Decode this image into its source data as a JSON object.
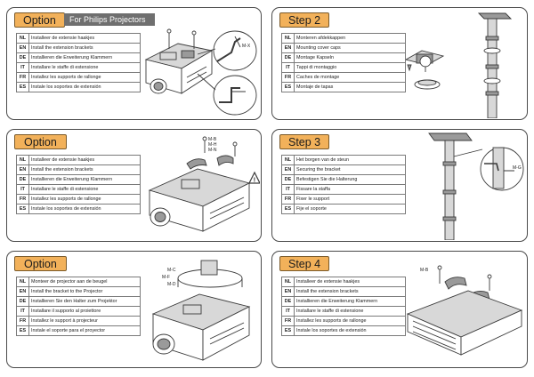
{
  "panels": {
    "option1": {
      "badge": "Option",
      "subtitle": "For Philips Projectors",
      "rows": [
        {
          "code": "NL",
          "text": "Installeer de extensie haakjes"
        },
        {
          "code": "EN",
          "text": "Install the extension brackets"
        },
        {
          "code": "DE",
          "text": "Installieren die Erweiterung Klammern"
        },
        {
          "code": "IT",
          "text": "Installare le staffe di estensione"
        },
        {
          "code": "FR",
          "text": "Installez les supports de rallonge"
        },
        {
          "code": "ES",
          "text": "Instale los soportes de extensión"
        }
      ],
      "labels": [
        "M-X"
      ]
    },
    "step2": {
      "badge": "Step 2",
      "rows": [
        {
          "code": "NL",
          "text": "Monteren afdekkappen"
        },
        {
          "code": "EN",
          "text": "Mounting cover caps"
        },
        {
          "code": "DE",
          "text": "Montage Kapseln"
        },
        {
          "code": "IT",
          "text": "Tappi di montaggio"
        },
        {
          "code": "FR",
          "text": "Caches de montage"
        },
        {
          "code": "ES",
          "text": "Montaje de tapas"
        }
      ]
    },
    "option2": {
      "badge": "Option",
      "rows": [
        {
          "code": "NL",
          "text": "Installeer de extensie haakjes"
        },
        {
          "code": "EN",
          "text": "Install the extension brackets"
        },
        {
          "code": "DE",
          "text": "Installieren die Erweiterung Klammern"
        },
        {
          "code": "IT",
          "text": "Installare le staffe di estensione"
        },
        {
          "code": "FR",
          "text": "Installez les supports de rallonge"
        },
        {
          "code": "ES",
          "text": "Instale los soportes de extensión"
        }
      ],
      "labels": [
        "M-B",
        "M-H",
        "M-N"
      ]
    },
    "step3": {
      "badge": "Step 3",
      "rows": [
        {
          "code": "NL",
          "text": "Het borgen van de steun"
        },
        {
          "code": "EN",
          "text": "Securing the bracket"
        },
        {
          "code": "DE",
          "text": "Befestigen Sie die Halterung"
        },
        {
          "code": "IT",
          "text": "Fissare la staffa"
        },
        {
          "code": "FR",
          "text": "Fixer le support"
        },
        {
          "code": "ES",
          "text": "Fije el soporte"
        }
      ],
      "labels": [
        "M-G"
      ]
    },
    "option3": {
      "badge": "Option",
      "rows": [
        {
          "code": "NL",
          "text": "Monteer de projector aan de beugel"
        },
        {
          "code": "EN",
          "text": "Install the bracket to the Projector"
        },
        {
          "code": "DE",
          "text": "Installieren Sie den Halter zum Projektor"
        },
        {
          "code": "IT",
          "text": "Installare il supporto al proiettore"
        },
        {
          "code": "FR",
          "text": "Installez le support à projecteur"
        },
        {
          "code": "ES",
          "text": "Instale el soporte para el proyector"
        }
      ],
      "labels": [
        "M-C",
        "M-F",
        "M-D"
      ]
    },
    "step4": {
      "badge": "Step 4",
      "rows": [
        {
          "code": "NL",
          "text": "Installeer de extensie haakjes"
        },
        {
          "code": "EN",
          "text": "Install the extension brackets"
        },
        {
          "code": "DE",
          "text": "Installieren die Erweiterung Klammern"
        },
        {
          "code": "IT",
          "text": "Installare le staffe di estensione"
        },
        {
          "code": "FR",
          "text": "Installez les supports de rallonge"
        },
        {
          "code": "ES",
          "text": "Instale los soportes de extensión"
        }
      ],
      "labels": [
        "M-B"
      ]
    }
  }
}
